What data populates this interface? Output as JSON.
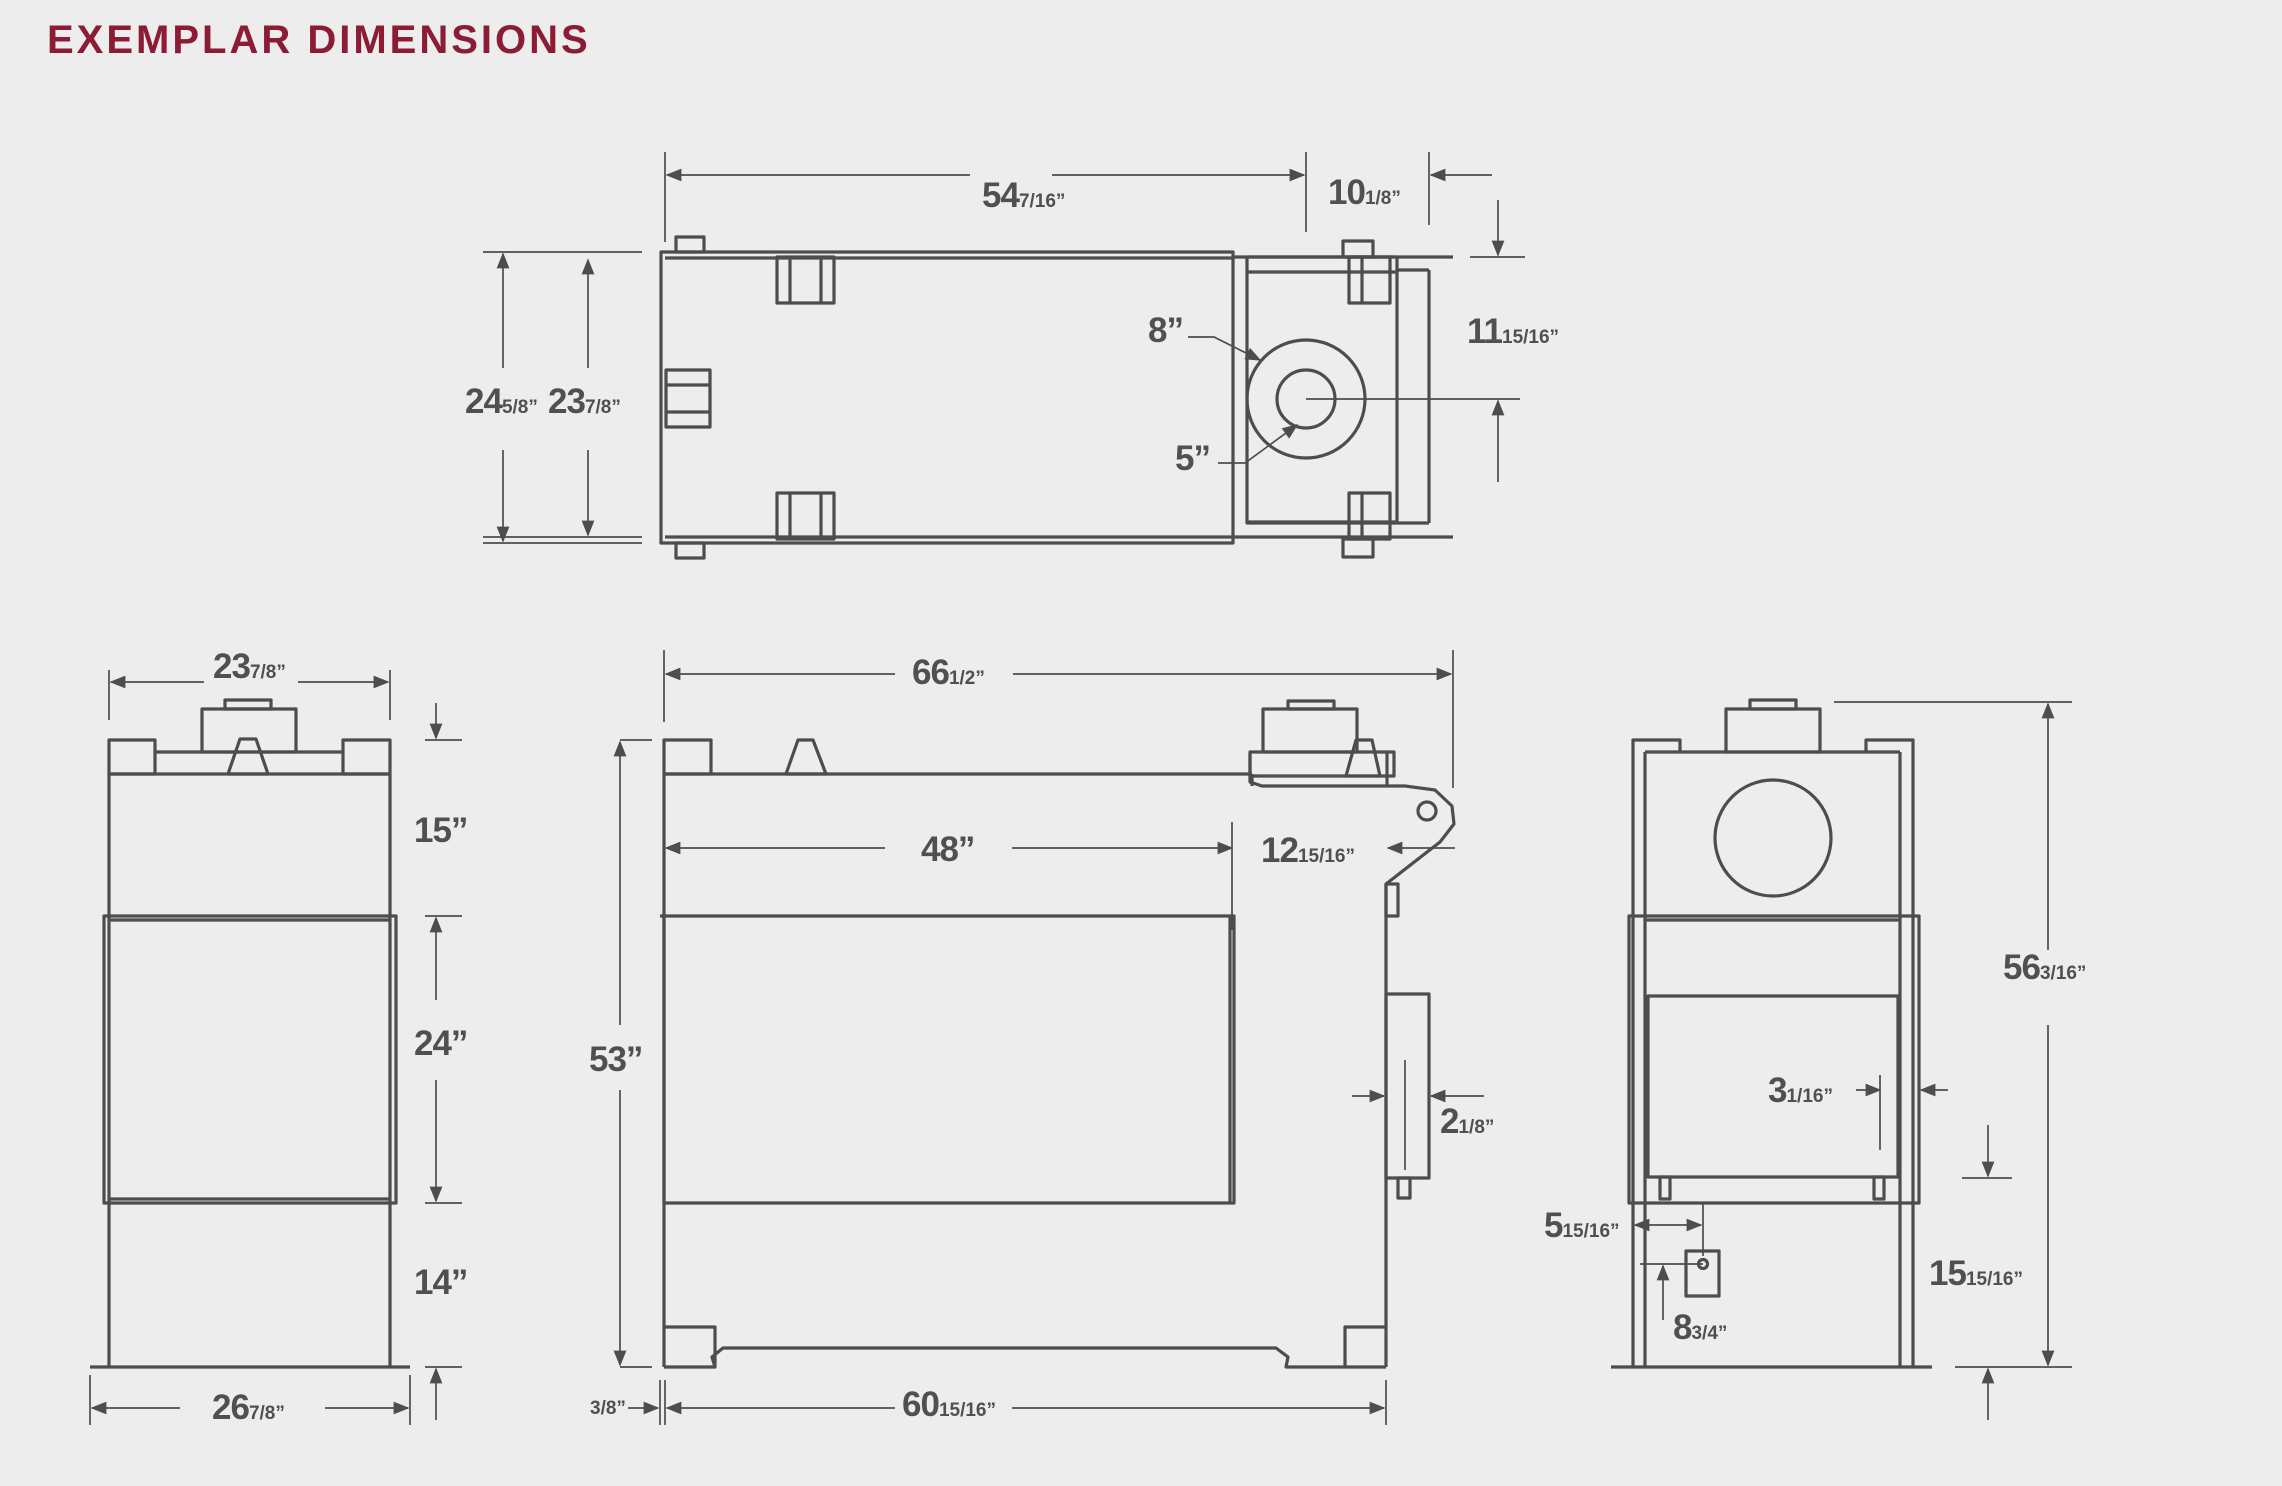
{
  "title": "EXEMPLAR DIMENSIONS",
  "colors": {
    "title": "#8b1c34",
    "line": "#4d4d4d",
    "text": "#505050",
    "background": "#ededed"
  },
  "top_view": {
    "overall_length": {
      "whole": "54",
      "frac": "7/16”"
    },
    "rear_depth": {
      "whole": "10",
      "frac": "1/8”"
    },
    "flue_offset": {
      "whole": "11",
      "frac": "15/16”"
    },
    "outer_width": {
      "whole": "24",
      "frac": "5/8”"
    },
    "inner_width": {
      "whole": "23",
      "frac": "7/8”"
    },
    "outer_flue": "8”",
    "inner_flue": "5”"
  },
  "front_view": {
    "top_width": {
      "whole": "23",
      "frac": "7/8”"
    },
    "upper_height": "15”",
    "opening_height": "24”",
    "base_height": "14”",
    "base_width": {
      "whole": "26",
      "frac": "7/8”"
    }
  },
  "side_view": {
    "overall_length": {
      "whole": "66",
      "frac": "1/2”"
    },
    "opening_width": "48”",
    "rear_offset": {
      "whole": "12",
      "frac": "15/16”"
    },
    "height": "53”",
    "box_depth": {
      "whole": "2",
      "frac": "1/8”"
    },
    "base_offset": "3/8”",
    "base_length": {
      "whole": "60",
      "frac": "15/16”"
    }
  },
  "rear_view": {
    "overall_height": {
      "whole": "56",
      "frac": "3/16”"
    },
    "side_offset": {
      "whole": "3",
      "frac": "1/16”"
    },
    "inlet_offset": {
      "whole": "5",
      "frac": "15/16”"
    },
    "panel_height": {
      "whole": "15",
      "frac": "15/16”"
    },
    "inlet_height": {
      "whole": "8",
      "frac": "3/4”"
    }
  }
}
